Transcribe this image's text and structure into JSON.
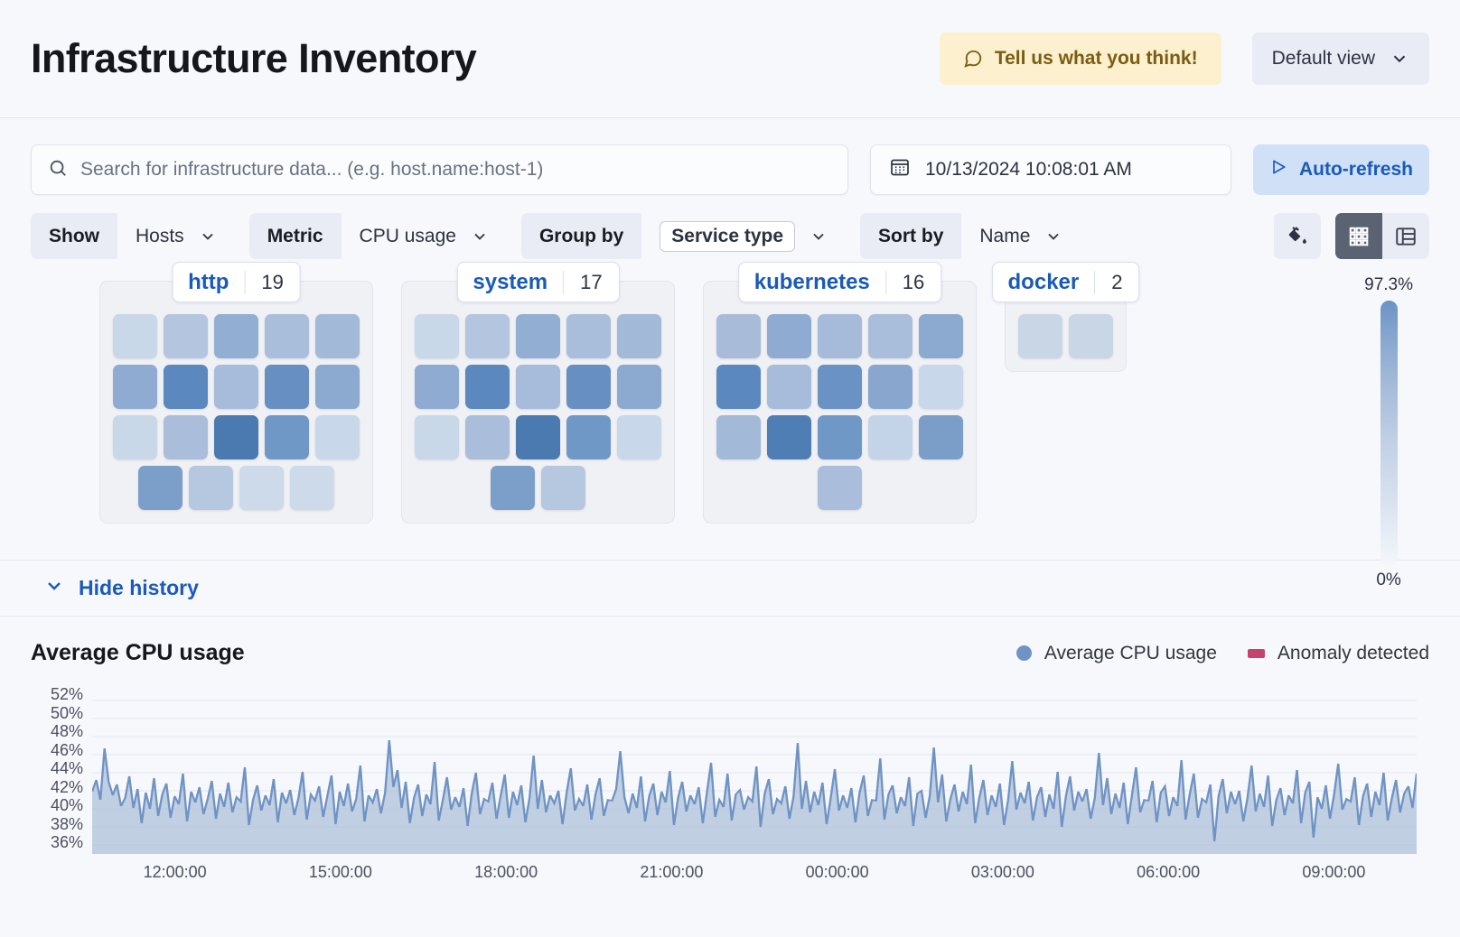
{
  "header": {
    "title": "Infrastructure Inventory",
    "feedback_label": "Tell us what you think!",
    "view_label": "Default view"
  },
  "search": {
    "placeholder": "Search for infrastructure data... (e.g. host.name:host-1)",
    "value": ""
  },
  "datepicker": {
    "value": "10/13/2024 10:08:01 AM"
  },
  "refresh": {
    "label": "Auto-refresh"
  },
  "filters": {
    "show": {
      "label": "Show",
      "value": "Hosts"
    },
    "metric": {
      "label": "Metric",
      "value": "CPU usage"
    },
    "group_by": {
      "label": "Group by",
      "value": "Service type"
    },
    "sort_by": {
      "label": "Sort by",
      "value": "Name"
    }
  },
  "view_controls": {
    "palette_title": "Color palette",
    "grid_title": "Grid view",
    "table_title": "Table view",
    "active": "grid"
  },
  "legend_scale": {
    "max": "97.3%",
    "min": "0%"
  },
  "history_toggle": {
    "label": "Hide history"
  },
  "groups": [
    {
      "name": "http",
      "count": "19",
      "rows": [
        [
          "#c9d8e9",
          "#b3c5df",
          "#93aed3",
          "#a9bedb",
          "#a2b9d8"
        ],
        [
          "#8fabd1",
          "#5b89bf",
          "#a7bcda",
          "#688fc2",
          "#8caad0"
        ],
        [
          "#c9d8e9",
          "#aabedb",
          "#4a7ab0",
          "#7098c7",
          "#c8d7e9"
        ],
        [
          "#7c9fca",
          "#b6c8e0",
          "#ccdaea",
          "#ccdaea"
        ]
      ]
    },
    {
      "name": "system",
      "count": "17",
      "rows": [
        [
          "#c9d8e9",
          "#b3c5df",
          "#93aed3",
          "#a9bedb",
          "#a2b9d8"
        ],
        [
          "#8fabd1",
          "#5b89bf",
          "#a7bcda",
          "#688fc2",
          "#8caad0"
        ],
        [
          "#c9d8e9",
          "#aabedb",
          "#4a7ab0",
          "#7098c7",
          "#c8d7e9"
        ],
        [
          "#7c9fca",
          "#b6c8e0"
        ]
      ]
    },
    {
      "name": "kubernetes",
      "count": "16",
      "rows": [
        [
          "#a8bcd9",
          "#8fabd1",
          "#a6bbd9",
          "#a9bedb",
          "#8caad0"
        ],
        [
          "#5b89bf",
          "#a7bcda",
          "#6a92c4",
          "#89a7ce",
          "#c8d7e9"
        ],
        [
          "#a3b9d8",
          "#4f7eb4",
          "#7098c7",
          "#c4d4e8",
          "#7b9ec9"
        ],
        [
          "#aabedb"
        ]
      ]
    },
    {
      "name": "docker",
      "count": "2",
      "rows": [
        [
          "#c9d6e6",
          "#c9d6e6"
        ]
      ]
    }
  ],
  "chart_data": {
    "type": "area",
    "title": "Average CPU usage",
    "xlabel": "",
    "ylabel": "",
    "ylim": [
      35,
      53
    ],
    "grid": true,
    "legend_position": "top-right",
    "legend": [
      {
        "name": "Average CPU usage",
        "color": "#6f93c4",
        "marker": "circle"
      },
      {
        "name": "Anomaly detected",
        "color": "#c4436f",
        "marker": "square"
      }
    ],
    "ytick_labels": [
      "52%",
      "50%",
      "48%",
      "46%",
      "44%",
      "42%",
      "40%",
      "38%",
      "36%"
    ],
    "ytick_values": [
      52,
      50,
      48,
      46,
      44,
      42,
      40,
      38,
      36
    ],
    "xtick_labels": [
      "12:00:00",
      "15:00:00",
      "18:00:00",
      "21:00:00",
      "00:00:00",
      "03:00:00",
      "06:00:00",
      "09:00:00"
    ],
    "series": [
      {
        "name": "Average CPU usage",
        "color": "#6f93c4",
        "values": [
          41.9,
          43.2,
          41.0,
          46.7,
          43.0,
          41.5,
          42.7,
          40.3,
          41.2,
          43.6,
          40.1,
          42.2,
          38.4,
          41.8,
          40.0,
          43.4,
          39.2,
          41.6,
          42.8,
          39.0,
          41.4,
          40.5,
          43.9,
          38.6,
          41.9,
          40.7,
          42.4,
          39.4,
          41.1,
          43.1,
          38.9,
          41.7,
          40.2,
          42.9,
          39.6,
          41.3,
          40.8,
          44.6,
          38.2,
          41.0,
          42.6,
          39.8,
          41.5,
          40.4,
          43.3,
          38.5,
          41.8,
          40.6,
          42.1,
          39.3,
          41.2,
          44.1,
          38.8,
          41.6,
          40.9,
          42.5,
          39.1,
          41.4,
          43.7,
          38.3,
          41.9,
          40.3,
          42.8,
          39.7,
          41.1,
          44.8,
          38.6,
          41.5,
          40.7,
          42.2,
          39.5,
          41.8,
          47.6,
          42.4,
          44.3,
          40.1,
          43.0,
          38.4,
          41.2,
          42.7,
          39.2,
          41.6,
          40.5,
          45.2,
          38.7,
          41.0,
          43.5,
          39.9,
          41.3,
          40.2,
          42.3,
          38.1,
          41.7,
          44.0,
          39.4,
          41.1,
          40.8,
          42.9,
          38.9,
          41.4,
          43.8,
          39.0,
          41.9,
          40.4,
          42.6,
          38.5,
          41.2,
          45.9,
          40.0,
          43.2,
          39.6,
          41.5,
          40.6,
          42.0,
          38.3,
          41.8,
          44.5,
          39.8,
          41.1,
          40.3,
          42.7,
          38.8,
          41.6,
          43.4,
          39.2,
          41.0,
          40.9,
          42.2,
          46.4,
          41.3,
          39.5,
          41.7,
          40.1,
          43.6,
          38.6,
          41.4,
          42.8,
          39.3,
          41.9,
          40.7,
          44.2,
          38.2,
          41.2,
          43.0,
          39.7,
          41.5,
          40.5,
          42.4,
          38.4,
          41.8,
          45.1,
          39.1,
          41.0,
          40.2,
          43.9,
          38.7,
          41.6,
          42.1,
          39.9,
          41.3,
          40.8,
          44.7,
          38.0,
          41.7,
          43.3,
          39.4,
          41.1,
          40.6,
          42.5,
          38.9,
          41.4,
          47.3,
          40.0,
          43.1,
          39.6,
          41.9,
          40.4,
          42.9,
          38.3,
          41.2,
          44.4,
          39.8,
          41.5,
          40.1,
          42.3,
          38.5,
          41.8,
          43.7,
          39.2,
          41.0,
          40.9,
          45.6,
          38.8,
          41.6,
          42.6,
          39.5,
          41.3,
          40.3,
          43.5,
          38.1,
          41.7,
          42.0,
          39.0,
          41.4,
          46.8,
          40.7,
          43.8,
          38.6,
          41.1,
          42.7,
          39.7,
          41.9,
          40.5,
          44.9,
          38.4,
          41.2,
          43.2,
          39.3,
          41.5,
          40.2,
          42.8,
          38.2,
          41.0,
          45.3,
          39.9,
          41.8,
          40.6,
          43.0,
          38.7,
          41.3,
          42.4,
          39.1,
          41.6,
          40.0,
          44.1,
          38.0,
          41.4,
          43.6,
          39.8,
          41.9,
          40.8,
          42.2,
          38.9,
          41.2,
          46.2,
          40.4,
          43.4,
          39.4,
          41.7,
          40.1,
          42.9,
          38.3,
          41.5,
          44.6,
          39.6,
          41.0,
          40.9,
          43.1,
          38.5,
          41.8,
          42.5,
          39.2,
          41.3,
          40.3,
          45.4,
          38.8,
          41.6,
          43.9,
          39.0,
          41.1,
          40.7,
          42.7,
          36.4,
          41.4,
          43.3,
          39.5,
          41.9,
          40.5,
          42.0,
          38.6,
          41.2,
          44.8,
          39.7,
          41.7,
          40.2,
          43.7,
          38.1,
          41.0,
          42.3,
          39.3,
          41.5,
          40.6,
          44.3,
          38.4,
          41.8,
          43.0,
          36.8,
          41.3,
          40.0,
          42.6,
          38.9,
          41.6,
          45.0,
          39.9,
          41.1,
          40.8,
          43.5,
          38.2,
          41.4,
          42.8,
          39.1,
          41.9,
          40.4,
          44.0,
          38.7,
          41.2,
          43.2,
          39.6,
          41.7,
          42.5,
          40.1,
          43.9
        ]
      }
    ]
  }
}
